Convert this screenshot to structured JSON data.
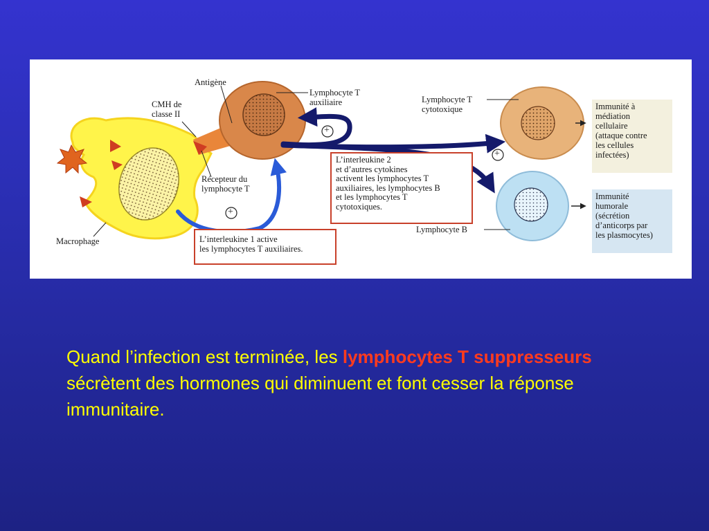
{
  "colors": {
    "background": "#2b2fb5",
    "caption_text": "#ffff00",
    "caption_highlight": "#ff3b1e",
    "box_border": "#c8402a",
    "arrow_dark": "#141a6b",
    "arrow_blue": "#2a5bd8",
    "macrophage": "#fff44a",
    "t_helper": "#d9874a",
    "t_cytotoxic": "#e8b37a",
    "b_cell": "#bde0f3",
    "result_cellular_bg": "#f3f0de",
    "result_humoral_bg": "#d6e6f2"
  },
  "diagram": {
    "labels": {
      "antigene": "Antigène",
      "cmh": "CMH de\nclasse II",
      "recepteur": "Récepteur du\nlymphocyte T",
      "macrophage": "Macrophage",
      "lt_auxiliaire": "Lymphocyte T\nauxiliaire",
      "lt_cytotoxique": "Lymphocyte T\ncytotoxique",
      "lymphocyte_b": "Lymphocyte B"
    },
    "plus_sign": "+",
    "box_interleukine2": "L’interleukine 2\net d’autres cytokines\nactivent les lymphocytes T\nauxiliaires, les lymphocytes B\net les lymphocytes T\ncytotoxiques.",
    "box_interleukine1": "L’interleukine 1 active\nles lymphocytes T auxiliaires.",
    "result_cellulaire": "Immunité à\nmédiation\ncellulaire\n(attaque contre\nles cellules\ninfectées)",
    "result_humorale": "Immunité\nhumorale\n(sécrétion\nd’anticorps par\nles plasmocytes)"
  },
  "caption": {
    "part1": "Quand l’infection est terminée, les ",
    "highlight": "lymphocytes T suppresseurs",
    "part2": " sécrètent des hormones qui diminuent et font cesser la réponse immunitaire."
  }
}
